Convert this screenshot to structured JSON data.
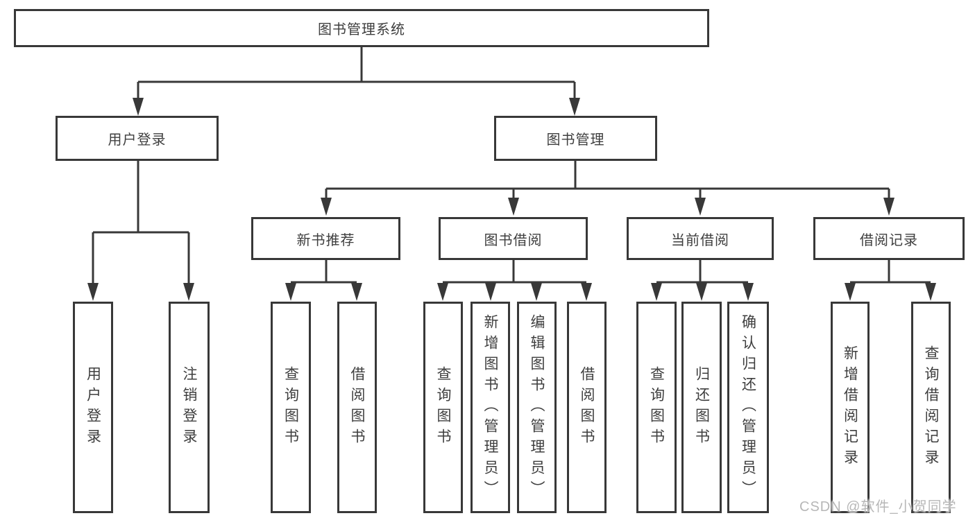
{
  "title": "图书管理系统",
  "colors": {
    "line": "#383838",
    "text": "#3e3e3e",
    "watermark": "#b7b7b7",
    "background": "#ffffff"
  },
  "tree": {
    "root": "图书管理系统",
    "branches": [
      {
        "label": "用户登录",
        "children": [
          "用户登录",
          "注销登录"
        ]
      },
      {
        "label": "图书管理",
        "groups": [
          {
            "label": "新书推荐",
            "children": [
              "查询图书",
              "借阅图书"
            ]
          },
          {
            "label": "图书借阅",
            "children": [
              "查询图书",
              "新增图书（管理员）",
              "编辑图书（管理员）",
              "借阅图书"
            ]
          },
          {
            "label": "当前借阅",
            "children": [
              "查询图书",
              "归还图书",
              "确认归还（管理员）"
            ]
          },
          {
            "label": "借阅记录",
            "children": [
              "新增借阅记录",
              "查询借阅记录"
            ]
          }
        ]
      }
    ]
  },
  "watermark": "CSDN @软件_小贺同学"
}
